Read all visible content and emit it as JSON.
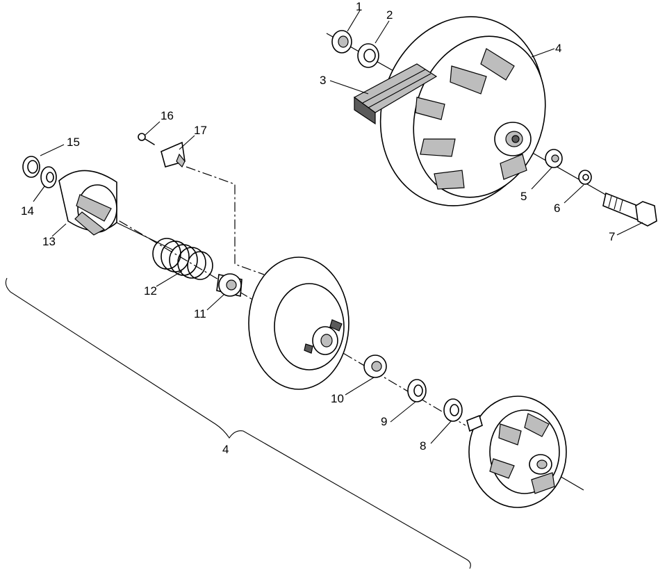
{
  "callouts": {
    "c1": "1",
    "c2": "2",
    "c3": "3",
    "c4_top": "4",
    "c5": "5",
    "c6": "6",
    "c7": "7",
    "c8": "8",
    "c9": "9",
    "c10": "10",
    "c11": "11",
    "c12": "12",
    "c13": "13",
    "c14": "14",
    "c15": "15",
    "c16": "16",
    "c17": "17",
    "c4_assembly": "4"
  }
}
